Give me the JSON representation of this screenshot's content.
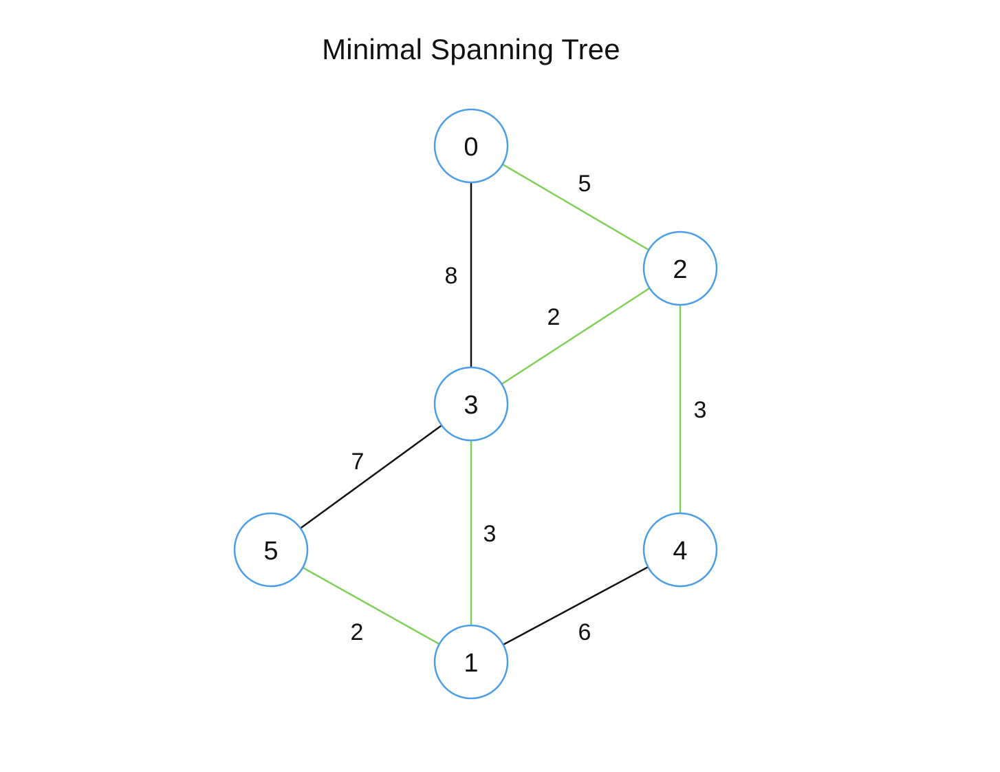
{
  "title": "Minimal Spanning Tree",
  "colors": {
    "node_stroke": "#4a9ee8",
    "mst_edge": "#7ed157",
    "non_mst_edge": "#111111"
  },
  "nodes": [
    {
      "id": "0",
      "label": "0"
    },
    {
      "id": "1",
      "label": "1"
    },
    {
      "id": "2",
      "label": "2"
    },
    {
      "id": "3",
      "label": "3"
    },
    {
      "id": "4",
      "label": "4"
    },
    {
      "id": "5",
      "label": "5"
    }
  ],
  "edges": [
    {
      "from": "0",
      "to": "2",
      "weight": "5",
      "in_mst": true
    },
    {
      "from": "0",
      "to": "3",
      "weight": "8",
      "in_mst": false
    },
    {
      "from": "2",
      "to": "3",
      "weight": "2",
      "in_mst": true
    },
    {
      "from": "2",
      "to": "4",
      "weight": "3",
      "in_mst": true
    },
    {
      "from": "3",
      "to": "5",
      "weight": "7",
      "in_mst": false
    },
    {
      "from": "3",
      "to": "1",
      "weight": "3",
      "in_mst": true
    },
    {
      "from": "5",
      "to": "1",
      "weight": "2",
      "in_mst": true
    },
    {
      "from": "1",
      "to": "4",
      "weight": "6",
      "in_mst": false
    }
  ]
}
